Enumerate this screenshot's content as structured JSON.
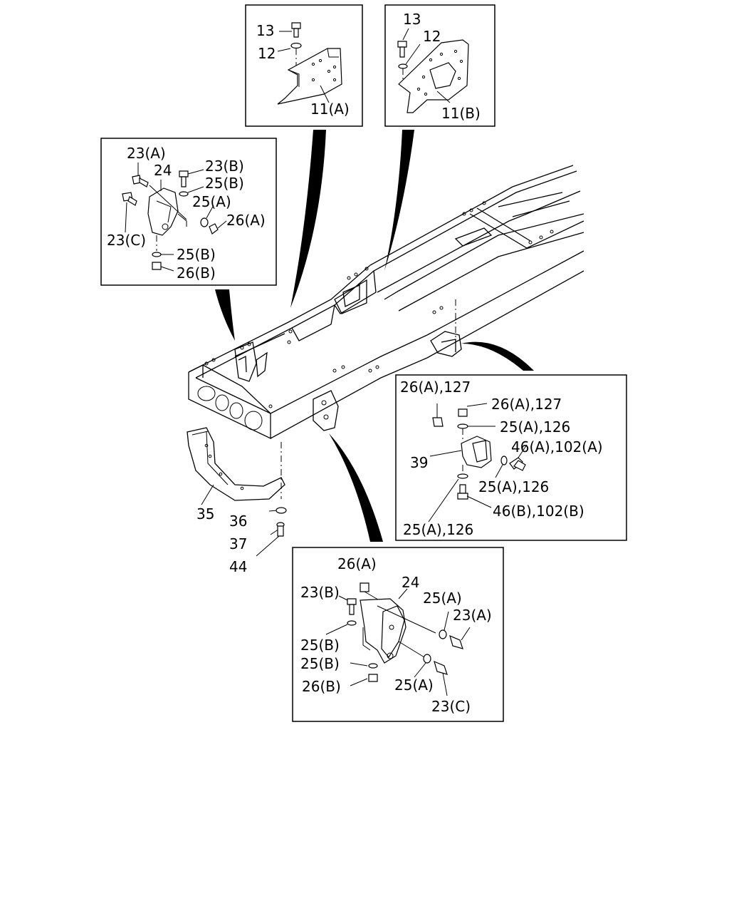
{
  "labels": {
    "box1": {
      "p13": "13",
      "p12": "12",
      "p11a": "11(A)"
    },
    "box2": {
      "p13": "13",
      "p12": "12",
      "p11b": "11(B)"
    },
    "box3": {
      "p23a": "23(A)",
      "p24": "24",
      "p23b": "23(B)",
      "p25b_top": "25(B)",
      "p25a": "25(A)",
      "p26a": "26(A)",
      "p23c": "23(C)",
      "p25b_bot": "25(B)",
      "p26b": "26(B)"
    },
    "box4": {
      "p26a127_l": "26(A),127",
      "p26a127_r": "26(A),127",
      "p25a126_top": "25(A),126",
      "p46a102a": "46(A),102(A)",
      "p39": "39",
      "p25a126_mid": "25(A),126",
      "p46b102b": "46(B),102(B)",
      "p25a126_bot": "25(A),126"
    },
    "box5": {
      "p26a": "26(A)",
      "p24": "24",
      "p23b": "23(B)",
      "p25a_top": "25(A)",
      "p23a": "23(A)",
      "p25b_1": "25(B)",
      "p25b_2": "25(B)",
      "p26b": "26(B)",
      "p25a_bot": "25(A)",
      "p23c": "23(C)"
    },
    "main": {
      "p35": "35",
      "p36": "36",
      "p37": "37",
      "p44": "44"
    }
  }
}
